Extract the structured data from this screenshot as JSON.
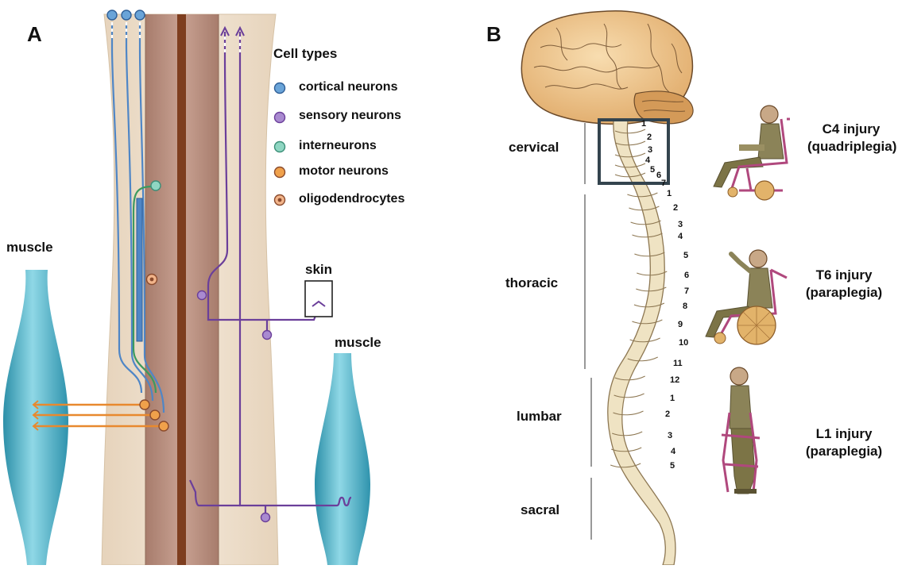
{
  "panel_a": {
    "letter": "A",
    "legend_title": "Cell types",
    "legend": [
      {
        "label": "cortical neurons",
        "color": "#6aa4d8"
      },
      {
        "label": "sensory neurons",
        "color": "#8b6bb5"
      },
      {
        "label": "interneurons",
        "color": "#8fd6c2"
      },
      {
        "label": "motor neurons",
        "color": "#f0a14b"
      },
      {
        "label": "oligodendrocytes",
        "color": "#f2b48a"
      }
    ],
    "muscle_left": "muscle",
    "muscle_right": "muscle",
    "skin": "skin"
  },
  "panel_b": {
    "letter": "B",
    "regions": [
      "cervical",
      "thoracic",
      "lumbar",
      "sacral"
    ],
    "cervical_numbers": [
      "1",
      "2",
      "3",
      "4",
      "5",
      "6",
      "7"
    ],
    "thoracic_numbers": [
      "1",
      "2",
      "3",
      "4",
      "5",
      "6",
      "7",
      "8",
      "9",
      "10",
      "11",
      "12"
    ],
    "lumbar_numbers": [
      "1",
      "2",
      "3",
      "4",
      "5"
    ],
    "injuries": [
      {
        "line1": "C4 injury",
        "line2": "(quadriplegia)"
      },
      {
        "line1": "T6 injury",
        "line2": "(paraplegia)"
      },
      {
        "line1": "L1 injury",
        "line2": "(paraplegia)"
      }
    ]
  },
  "colors": {
    "cortical": "#4f86c6",
    "sensory": "#6b3f9a",
    "inter": "#3c9a5f",
    "motor": "#e8892e",
    "muscle": "#57b7cc",
    "cord_outer": "#eadbc7",
    "cord_inner": "#b68c7c",
    "cord_core": "#8a4a2c",
    "bone": "#efe3c3",
    "brain": "#f0c98a",
    "chair": "#b0487d"
  }
}
